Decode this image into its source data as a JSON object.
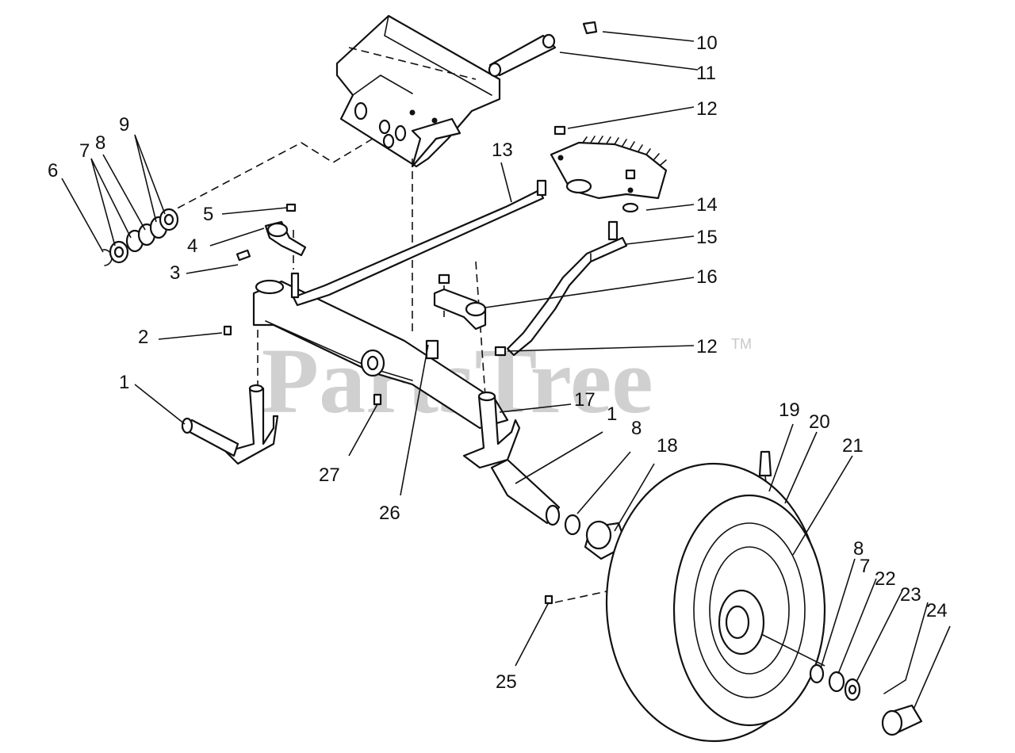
{
  "watermark": {
    "text": "PartsTree",
    "trademark": "TM"
  },
  "callouts": [
    {
      "id": "c1a",
      "text": "1"
    },
    {
      "id": "c1b",
      "text": "1"
    },
    {
      "id": "c2",
      "text": "2"
    },
    {
      "id": "c3",
      "text": "3"
    },
    {
      "id": "c4",
      "text": "4"
    },
    {
      "id": "c5",
      "text": "5"
    },
    {
      "id": "c6",
      "text": "6"
    },
    {
      "id": "c7a",
      "text": "7"
    },
    {
      "id": "c7b",
      "text": "7"
    },
    {
      "id": "c8a",
      "text": "8"
    },
    {
      "id": "c8b",
      "text": "8"
    },
    {
      "id": "c8c",
      "text": "8"
    },
    {
      "id": "c9",
      "text": "9"
    },
    {
      "id": "c10",
      "text": "10"
    },
    {
      "id": "c11",
      "text": "11"
    },
    {
      "id": "c12a",
      "text": "12"
    },
    {
      "id": "c12b",
      "text": "12"
    },
    {
      "id": "c13",
      "text": "13"
    },
    {
      "id": "c14",
      "text": "14"
    },
    {
      "id": "c15",
      "text": "15"
    },
    {
      "id": "c16",
      "text": "16"
    },
    {
      "id": "c17",
      "text": "17"
    },
    {
      "id": "c18",
      "text": "18"
    },
    {
      "id": "c19",
      "text": "19"
    },
    {
      "id": "c20",
      "text": "20"
    },
    {
      "id": "c21",
      "text": "21"
    },
    {
      "id": "c22",
      "text": "22"
    },
    {
      "id": "c23",
      "text": "23"
    },
    {
      "id": "c24",
      "text": "24"
    },
    {
      "id": "c25",
      "text": "25"
    },
    {
      "id": "c26",
      "text": "26"
    },
    {
      "id": "c27",
      "text": "27"
    }
  ]
}
